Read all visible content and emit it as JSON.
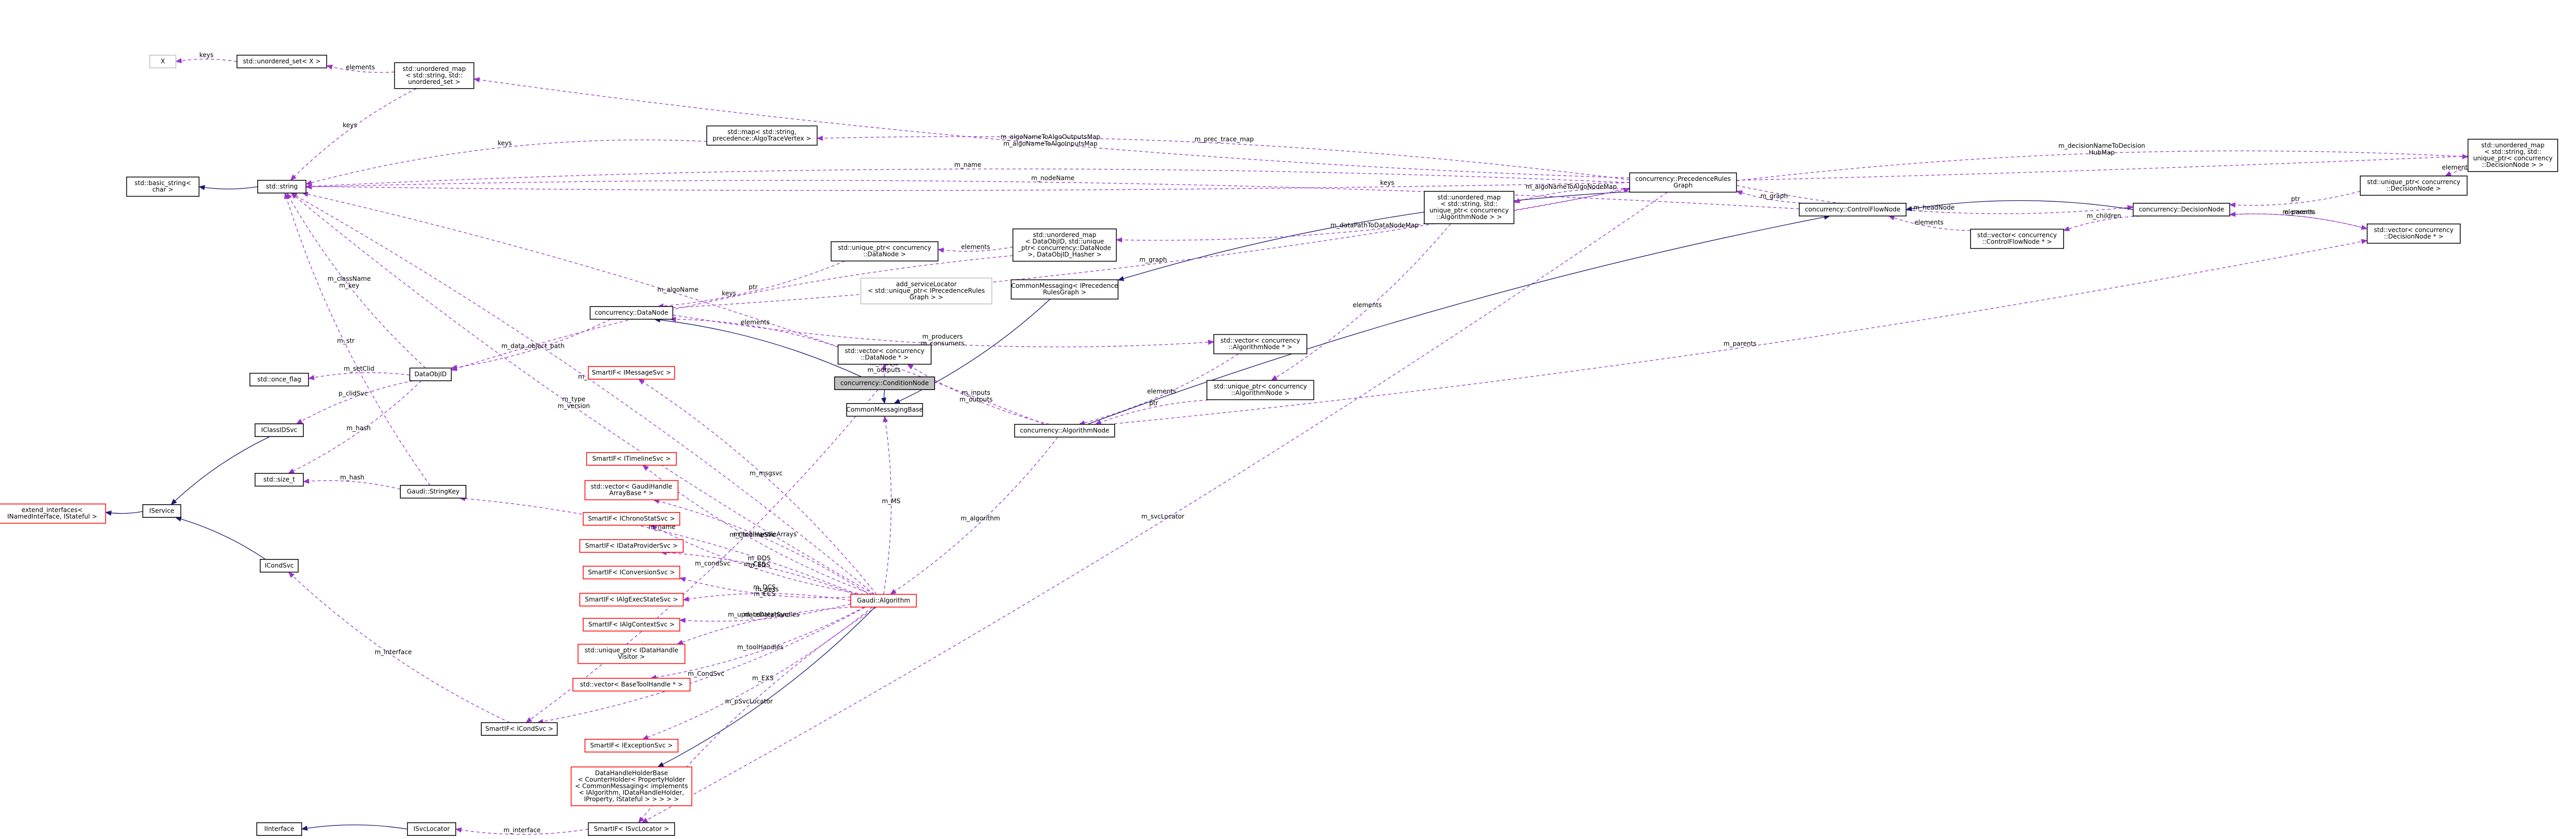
{
  "colors": {
    "dashed_edge": "#9a32cd",
    "solid_edge": "#191970",
    "node_border_black": "#000000",
    "node_border_red": "#ff0000",
    "node_border_grey": "#bfbfbf",
    "highlight_fill": "#bfbfbf"
  },
  "nodes": [
    {
      "id": "X",
      "lines": [
        "X"
      ],
      "style": "grey"
    },
    {
      "id": "uset",
      "lines": [
        "std::unordered_set< X >"
      ],
      "style": "black"
    },
    {
      "id": "umap_str",
      "lines": [
        "std::unordered_map",
        "< std::string, std::",
        "unordered_set >"
      ],
      "style": "black"
    },
    {
      "id": "basic_string",
      "lines": [
        "std::basic_string<",
        "char >"
      ],
      "style": "black"
    },
    {
      "id": "string",
      "lines": [
        "std::string"
      ],
      "style": "black"
    },
    {
      "id": "map_algo",
      "lines": [
        "std::map< std::string,",
        "precedence::AlgoTraceVertex >"
      ],
      "style": "black"
    },
    {
      "id": "umap_dataobj",
      "lines": [
        "std::unordered_map",
        "< DataObjID, std::unique",
        "_ptr< concurrency::DataNode",
        ">, DataObjID_Hasher >"
      ],
      "style": "black"
    },
    {
      "id": "uptr_datanode",
      "lines": [
        "std::unique_ptr< concurrency",
        "::DataNode >"
      ],
      "style": "black"
    },
    {
      "id": "svclocator_stub",
      "lines": [
        "add_serviceLocator",
        "< std::unique_ptr< IPrecedenceRules",
        "Graph > >"
      ],
      "style": "grey"
    },
    {
      "id": "cm_prgraph",
      "lines": [
        "CommonMessaging< IPrecedence",
        "RulesGraph >"
      ],
      "style": "black"
    },
    {
      "id": "datanode",
      "lines": [
        "concurrency::DataNode"
      ],
      "style": "black"
    },
    {
      "id": "vec_datanode",
      "lines": [
        "std::vector< concurrency",
        "::DataNode * >"
      ],
      "style": "black"
    },
    {
      "id": "conditionnode",
      "lines": [
        "concurrency::ConditionNode"
      ],
      "style": "highlight"
    },
    {
      "id": "cmbase",
      "lines": [
        "CommonMessagingBase"
      ],
      "style": "black"
    },
    {
      "id": "vec_algnode",
      "lines": [
        "std::vector< concurrency",
        "::AlgorithmNode * >"
      ],
      "style": "black"
    },
    {
      "id": "uptr_algnode",
      "lines": [
        "std::unique_ptr< concurrency",
        "::AlgorithmNode >"
      ],
      "style": "black"
    },
    {
      "id": "algnode",
      "lines": [
        "concurrency::AlgorithmNode"
      ],
      "style": "black"
    },
    {
      "id": "umap_algnode",
      "lines": [
        "std::unordered_map",
        "< std::string, std::",
        "unique_ptr< concurrency",
        "::AlgorithmNode > >"
      ],
      "style": "black"
    },
    {
      "id": "prgraph",
      "lines": [
        "concurrency::PrecedenceRules",
        "Graph"
      ],
      "style": "black"
    },
    {
      "id": "cfnode",
      "lines": [
        "concurrency::ControlFlowNode"
      ],
      "style": "black"
    },
    {
      "id": "vec_cfnode",
      "lines": [
        "std::vector< concurrency",
        "::ControlFlowNode * >"
      ],
      "style": "black"
    },
    {
      "id": "decnode",
      "lines": [
        "concurrency::DecisionNode"
      ],
      "style": "black"
    },
    {
      "id": "uptr_decnode",
      "lines": [
        "std::unique_ptr< concurrency",
        "::DecisionNode >"
      ],
      "style": "black"
    },
    {
      "id": "vec_decnode",
      "lines": [
        "std::vector< concurrency",
        "::DecisionNode * >"
      ],
      "style": "black"
    },
    {
      "id": "umap_decnode",
      "lines": [
        "std::unordered_map",
        "< std::string, std::",
        "unique_ptr< concurrency",
        "::DecisionNode > >"
      ],
      "style": "black"
    },
    {
      "id": "once_flag",
      "lines": [
        "std::once_flag"
      ],
      "style": "black"
    },
    {
      "id": "dataobjid",
      "lines": [
        "DataObjID"
      ],
      "style": "black"
    },
    {
      "id": "iclassidsvc",
      "lines": [
        "IClassIDSvc"
      ],
      "style": "black"
    },
    {
      "id": "size_t",
      "lines": [
        "std::size_t"
      ],
      "style": "black"
    },
    {
      "id": "stringkey",
      "lines": [
        "Gaudi::StringKey"
      ],
      "style": "black"
    },
    {
      "id": "extend_ifaces",
      "lines": [
        "extend_interfaces<",
        "INamedInterface, IStateful >"
      ],
      "style": "red"
    },
    {
      "id": "iservice",
      "lines": [
        "IService"
      ],
      "style": "black"
    },
    {
      "id": "icondsvc",
      "lines": [
        "ICondSvc"
      ],
      "style": "black"
    },
    {
      "id": "sif_condsvc",
      "lines": [
        "SmartIF< ICondSvc >"
      ],
      "style": "black"
    },
    {
      "id": "interface",
      "lines": [
        "IInterface"
      ],
      "style": "black"
    },
    {
      "id": "isvclocator",
      "lines": [
        "ISvcLocator"
      ],
      "style": "black"
    },
    {
      "id": "sif_svclocator",
      "lines": [
        "SmartIF< ISvcLocator >"
      ],
      "style": "black"
    },
    {
      "id": "sif_msgsvc",
      "lines": [
        "SmartIF< IMessageSvc >"
      ],
      "style": "red"
    },
    {
      "id": "sif_timeline",
      "lines": [
        "SmartIF< ITimelineSvc >"
      ],
      "style": "red"
    },
    {
      "id": "vec_gaudihandle",
      "lines": [
        "std::vector< GaudiHandle",
        "ArrayBase * >"
      ],
      "style": "red"
    },
    {
      "id": "sif_chrono",
      "lines": [
        "SmartIF< IChronoStatSvc >"
      ],
      "style": "red"
    },
    {
      "id": "sif_dataprov",
      "lines": [
        "SmartIF< IDataProviderSvc >"
      ],
      "style": "red"
    },
    {
      "id": "sif_conversion",
      "lines": [
        "SmartIF< IConversionSvc >"
      ],
      "style": "red"
    },
    {
      "id": "sif_algexec",
      "lines": [
        "SmartIF< IAlgExecStateSvc >"
      ],
      "style": "red"
    },
    {
      "id": "sif_algcontext",
      "lines": [
        "SmartIF< IAlgContextSvc >"
      ],
      "style": "red"
    },
    {
      "id": "uptr_datahv",
      "lines": [
        "std::unique_ptr< IDataHandle",
        "Visitor >"
      ],
      "style": "red"
    },
    {
      "id": "vec_basetool",
      "lines": [
        "std::vector< BaseToolHandle * >"
      ],
      "style": "red"
    },
    {
      "id": "sif_exception",
      "lines": [
        "SmartIF< IExceptionSvc >"
      ],
      "style": "red"
    },
    {
      "id": "dhhb",
      "lines": [
        "DataHandleHolderBase",
        "< CounterHolder< PropertyHolder",
        "< CommonMessaging< implements",
        "< IAlgorithm, IDataHandleHolder,",
        "IProperty, IStateful > > > > >"
      ],
      "style": "red"
    },
    {
      "id": "algorithm",
      "lines": [
        "Gaudi::Algorithm"
      ],
      "style": "red"
    }
  ],
  "edges": [
    {
      "from": "uset",
      "to": "X",
      "label": "keys",
      "style": "dashed"
    },
    {
      "from": "umap_str",
      "to": "uset",
      "label": "elements",
      "style": "dashed"
    },
    {
      "from": "umap_str",
      "to": "string",
      "label": "keys",
      "style": "dashed"
    },
    {
      "from": "string",
      "to": "basic_string",
      "label": "",
      "style": "solid"
    },
    {
      "from": "map_algo",
      "to": "string",
      "label": "keys",
      "style": "dashed"
    },
    {
      "from": "umap_dataobj",
      "to": "uptr_datanode",
      "label": "elements",
      "style": "dashed"
    },
    {
      "from": "umap_dataobj",
      "to": "dataobjid",
      "label": "keys",
      "style": "dashed"
    },
    {
      "from": "uptr_datanode",
      "to": "datanode",
      "label": "ptr",
      "style": "dashed"
    },
    {
      "from": "vec_datanode",
      "to": "datanode",
      "label": "elements",
      "style": "dashed"
    },
    {
      "from": "conditionnode",
      "to": "vec_datanode",
      "label": "m_inputs\nm_outputs",
      "style": "dashed"
    },
    {
      "from": "conditionnode",
      "to": "datanode",
      "label": "",
      "style": "solid"
    },
    {
      "from": "conditionnode",
      "to": "sif_condsvc",
      "label": "m_condSvc",
      "style": "dashed"
    },
    {
      "from": "conditionnode",
      "to": "cmbase",
      "label": "",
      "style": "solid"
    },
    {
      "from": "cm_prgraph",
      "to": "cmbase",
      "label": "",
      "style": "solid"
    },
    {
      "from": "prgraph",
      "to": "cm_prgraph",
      "label": "",
      "style": "solid"
    },
    {
      "from": "datanode",
      "to": "dataobjid",
      "label": "m_data_object_path",
      "style": "dashed"
    },
    {
      "from": "datanode",
      "to": "vec_algnode",
      "label": "m_producers\nm_consumers",
      "style": "dashed"
    },
    {
      "from": "vec_algnode",
      "to": "algnode",
      "label": "elements",
      "style": "dashed"
    },
    {
      "from": "uptr_algnode",
      "to": "algnode",
      "label": "ptr",
      "style": "dashed"
    },
    {
      "from": "umap_algnode",
      "to": "uptr_algnode",
      "label": "elements",
      "style": "dashed"
    },
    {
      "from": "prgraph",
      "to": "umap_algnode",
      "label": "m_algoNameToAlgoNodeMap",
      "style": "dashed"
    },
    {
      "from": "prgraph",
      "to": "umap_dataobj",
      "label": "m_dataPathToDataNodeMap",
      "style": "dashed"
    },
    {
      "from": "prgraph",
      "to": "map_algo",
      "label": "m_prec_trace_map",
      "style": "dashed"
    },
    {
      "from": "prgraph",
      "to": "umap_str",
      "label": "m_algoNameToAlgoOutputsMap\nm_algoNameToAlgoInputsMap",
      "style": "dashed"
    },
    {
      "from": "prgraph",
      "to": "string",
      "label": "m_name",
      "style": "dashed"
    },
    {
      "from": "prgraph",
      "to": "umap_decnode",
      "label": "m_decisionNameToDecision\nHubMap",
      "style": "dashed"
    },
    {
      "from": "prgraph",
      "to": "decnode",
      "label": "m_headNode",
      "style": "dashed"
    },
    {
      "from": "prgraph",
      "to": "sif_svclocator",
      "label": "m_svcLocator",
      "style": "dashed"
    },
    {
      "from": "datanode",
      "to": "prgraph",
      "label": "m_graph",
      "style": "dashed"
    },
    {
      "from": "cfnode",
      "to": "prgraph",
      "label": "m_graph",
      "style": "dashed"
    },
    {
      "from": "cfnode",
      "to": "string",
      "label": "m_nodeName",
      "style": "dashed"
    },
    {
      "from": "algnode",
      "to": "cfnode",
      "label": "",
      "style": "solid"
    },
    {
      "from": "decnode",
      "to": "cfnode",
      "label": "",
      "style": "solid"
    },
    {
      "from": "vec_cfnode",
      "to": "cfnode",
      "label": "elements",
      "style": "dashed"
    },
    {
      "from": "decnode",
      "to": "vec_cfnode",
      "label": "m_children",
      "style": "dashed"
    },
    {
      "from": "decnode",
      "to": "vec_decnode",
      "label": "m_parents",
      "style": "dashed"
    },
    {
      "from": "vec_decnode",
      "to": "decnode",
      "label": "elements",
      "style": "dashed"
    },
    {
      "from": "uptr_decnode",
      "to": "decnode",
      "label": "ptr",
      "style": "dashed"
    },
    {
      "from": "umap_decnode",
      "to": "uptr_decnode",
      "label": "elements",
      "style": "dashed"
    },
    {
      "from": "umap_decnode",
      "to": "string",
      "label": "keys",
      "style": "dashed"
    },
    {
      "from": "algnode",
      "to": "vec_decnode",
      "label": "m_parents",
      "style": "dashed"
    },
    {
      "from": "algnode",
      "to": "vec_datanode",
      "label": "m_inputs\nm_outputs",
      "style": "dashed"
    },
    {
      "from": "algnode",
      "to": "string",
      "label": "m_algoName",
      "style": "dashed"
    },
    {
      "from": "algnode",
      "to": "algorithm",
      "label": "m_algorithm",
      "style": "dashed"
    },
    {
      "from": "dataobjid",
      "to": "once_flag",
      "label": "m_setClid",
      "style": "dashed"
    },
    {
      "from": "dataobjid",
      "to": "string",
      "label": "m_className\nm_key",
      "style": "dashed"
    },
    {
      "from": "dataobjid",
      "to": "iclassidsvc",
      "label": "p_clidSvc",
      "style": "dashed"
    },
    {
      "from": "dataobjid",
      "to": "size_t",
      "label": "m_hash",
      "style": "dashed"
    },
    {
      "from": "stringkey",
      "to": "size_t",
      "label": "m_hash",
      "style": "dashed"
    },
    {
      "from": "stringkey",
      "to": "string",
      "label": "m_str",
      "style": "dashed"
    },
    {
      "from": "iclassidsvc",
      "to": "iservice",
      "label": "",
      "style": "solid"
    },
    {
      "from": "iservice",
      "to": "extend_ifaces",
      "label": "",
      "style": "solid"
    },
    {
      "from": "icondsvc",
      "to": "iservice",
      "label": "",
      "style": "solid"
    },
    {
      "from": "sif_condsvc",
      "to": "icondsvc",
      "label": "m_interface",
      "style": "dashed"
    },
    {
      "from": "isvclocator",
      "to": "interface",
      "label": "",
      "style": "solid"
    },
    {
      "from": "sif_svclocator",
      "to": "isvclocator",
      "label": "m_interface",
      "style": "dashed"
    },
    {
      "from": "algorithm",
      "to": "sif_msgsvc",
      "label": "m_msgsvc",
      "style": "dashed"
    },
    {
      "from": "algorithm",
      "to": "sif_timeline",
      "label": "m_timelineSvc",
      "style": "dashed"
    },
    {
      "from": "algorithm",
      "to": "vec_gaudihandle",
      "label": "m_toolHandleArrays",
      "style": "dashed"
    },
    {
      "from": "algorithm",
      "to": "sif_chrono",
      "label": "m_CSS",
      "style": "dashed"
    },
    {
      "from": "algorithm",
      "to": "sif_dataprov",
      "label": "m_DDS\nm_EDS",
      "style": "dashed"
    },
    {
      "from": "algorithm",
      "to": "sif_conversion",
      "label": "m_DCS\nm_ECS",
      "style": "dashed"
    },
    {
      "from": "algorithm",
      "to": "sif_algexec",
      "label": "m_aess",
      "style": "dashed"
    },
    {
      "from": "algorithm",
      "to": "sif_algcontext",
      "label": "m_contextSvc",
      "style": "dashed"
    },
    {
      "from": "algorithm",
      "to": "uptr_datahv",
      "label": "m_updateDataHandles",
      "style": "dashed"
    },
    {
      "from": "algorithm",
      "to": "vec_basetool",
      "label": "m_toolHandles",
      "style": "dashed"
    },
    {
      "from": "algorithm",
      "to": "string",
      "label": "m_name",
      "style": "dashed"
    },
    {
      "from": "algorithm",
      "to": "sif_exception",
      "label": "m_EXS",
      "style": "dashed"
    },
    {
      "from": "algorithm",
      "to": "sif_svclocator",
      "label": "m_pSvcLocator",
      "style": "dashed"
    },
    {
      "from": "algorithm",
      "to": "dhhb",
      "label": "",
      "style": "solid"
    },
    {
      "from": "algorithm",
      "to": "stringkey",
      "label": "m_name",
      "style": "dashed"
    },
    {
      "from": "algorithm",
      "to": "string",
      "label": "m_type\nm_version",
      "style": "dashed"
    },
    {
      "from": "algorithm",
      "to": "cmbase",
      "label": "m_MS",
      "style": "dashed"
    },
    {
      "from": "algorithm",
      "to": "sif_condsvc",
      "label": "m_CondSvc",
      "style": "dashed"
    }
  ]
}
